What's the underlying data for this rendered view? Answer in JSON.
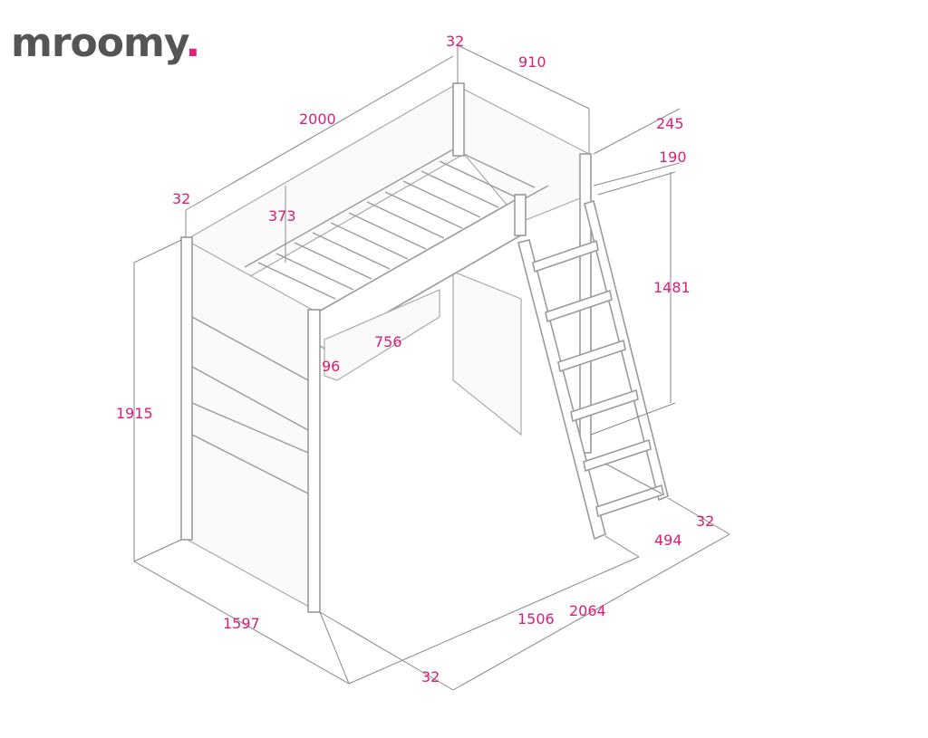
{
  "brand": {
    "name": "mroomy",
    "dot": "."
  },
  "accent_color": "#d81e78",
  "dimensions": {
    "post_top_left": "32",
    "top_width": "910",
    "length_top": "2000",
    "post_left": "32",
    "rail_height": "245",
    "mattress_gap": "190",
    "guard_height": "373",
    "clearance": "1481",
    "drawer_width": "756",
    "drawer_height": "96",
    "total_height": "1915",
    "depth_bottom": "1597",
    "ladder_post": "32",
    "ladder_depth": "494",
    "inner_length": "1506",
    "total_length": "2064",
    "post_bottom": "32"
  }
}
